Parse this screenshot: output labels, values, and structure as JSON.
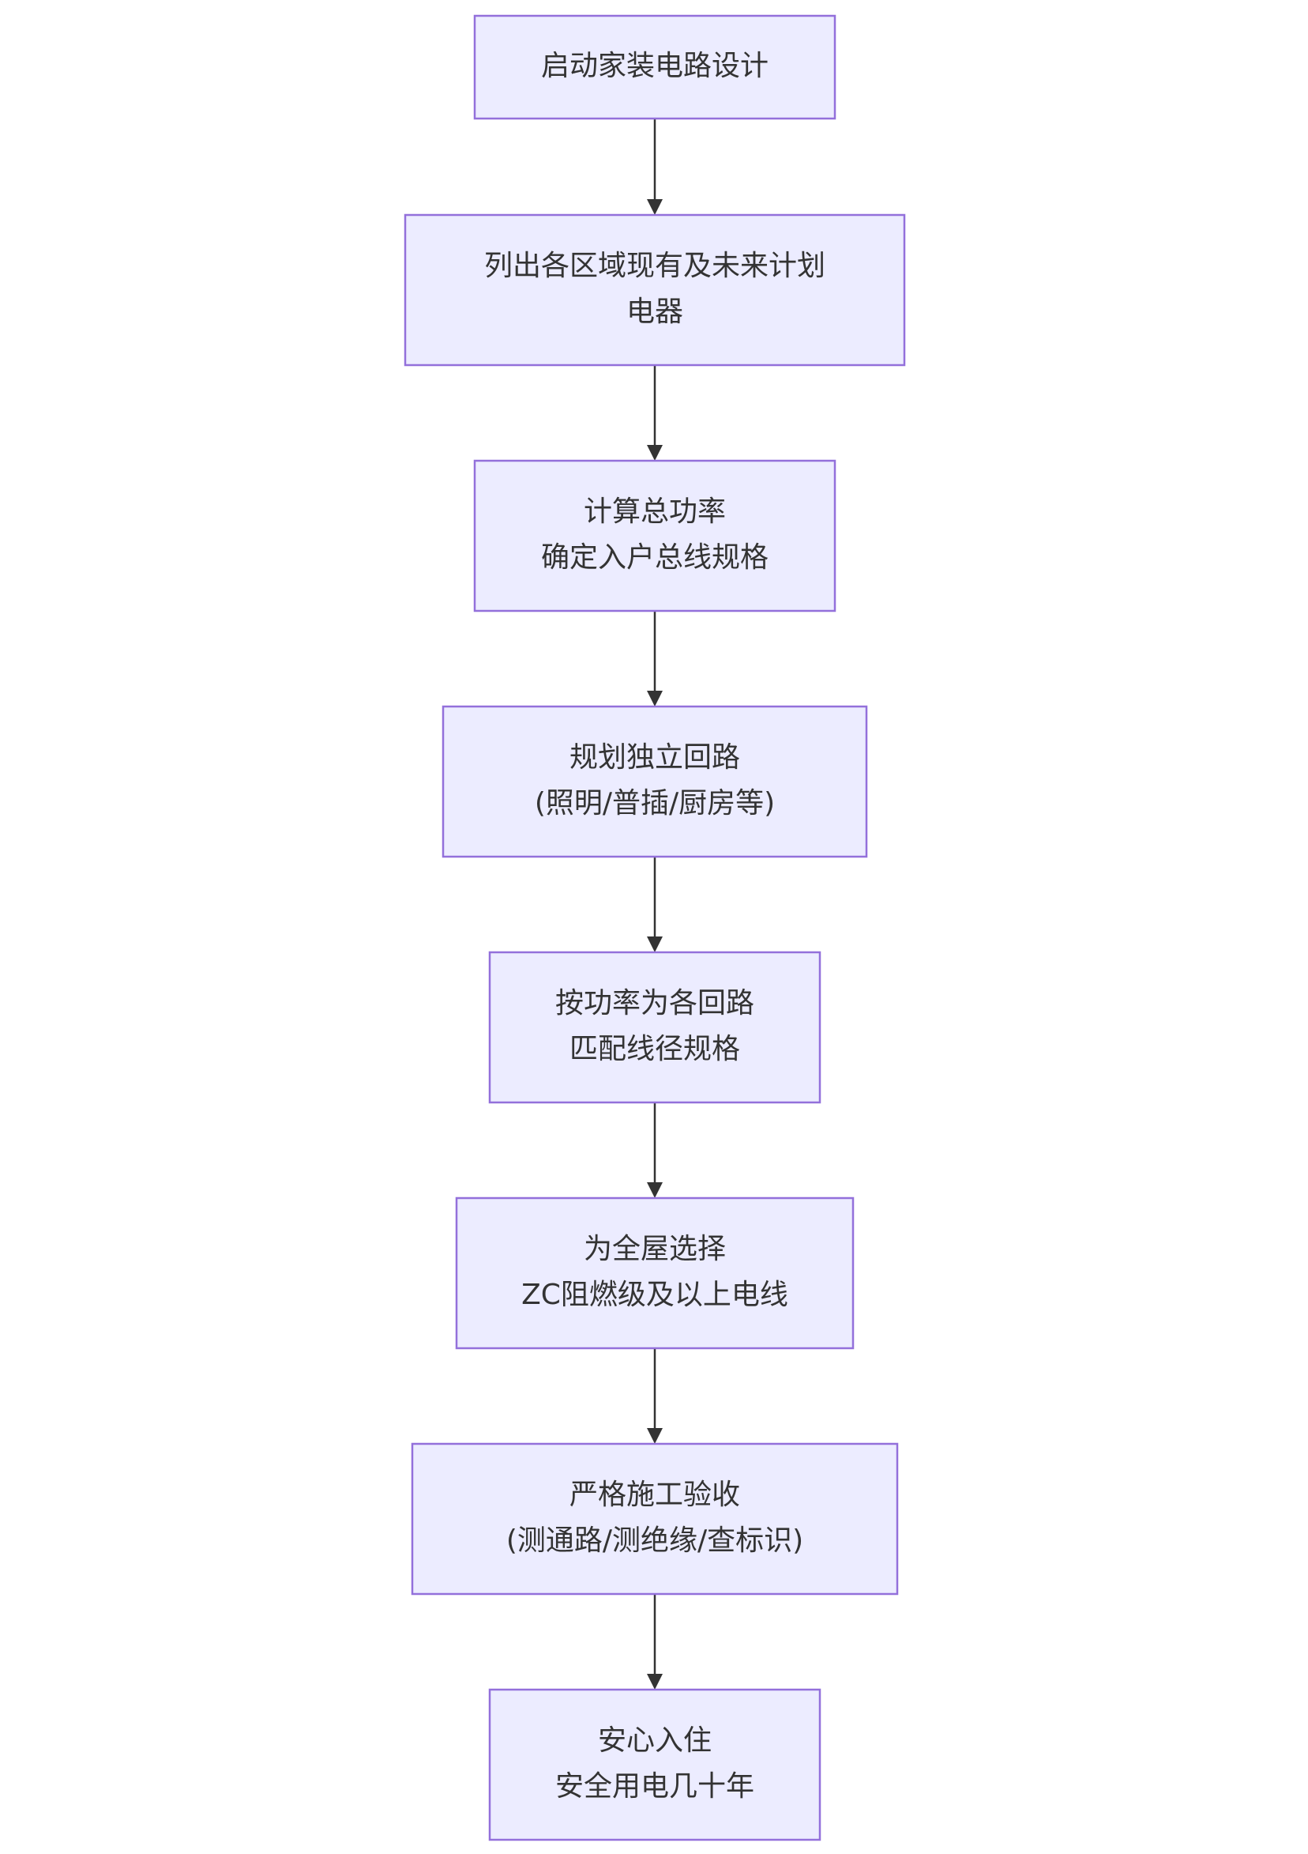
{
  "flowchart": {
    "direction": "top-down",
    "colors": {
      "node_fill": "#ececff",
      "node_stroke": "#9370db",
      "edge": "#333333",
      "text": "#333333"
    },
    "nodes": [
      {
        "id": "start",
        "lines": [
          "启动家装电路设计"
        ]
      },
      {
        "id": "list-appliances",
        "lines": [
          "列出各区域现有及未来计划",
          "电器"
        ]
      },
      {
        "id": "total-power",
        "lines": [
          "计算总功率",
          "确定入户总线规格"
        ]
      },
      {
        "id": "circuits",
        "lines": [
          "规划独立回路",
          "(照明/普插/厨房等)"
        ]
      },
      {
        "id": "wire-gauge",
        "lines": [
          "按功率为各回路",
          "匹配线径规格"
        ]
      },
      {
        "id": "fire-rating",
        "lines": [
          "为全屋选择",
          "ZC阻燃级及以上电线"
        ]
      },
      {
        "id": "acceptance",
        "lines": [
          "严格施工验收",
          "(测通路/测绝缘/查标识)"
        ]
      },
      {
        "id": "move-in",
        "lines": [
          "安心入住",
          "安全用电几十年"
        ]
      }
    ],
    "edges": [
      {
        "from": "start",
        "to": "list-appliances"
      },
      {
        "from": "list-appliances",
        "to": "total-power"
      },
      {
        "from": "total-power",
        "to": "circuits"
      },
      {
        "from": "circuits",
        "to": "wire-gauge"
      },
      {
        "from": "wire-gauge",
        "to": "fire-rating"
      },
      {
        "from": "fire-rating",
        "to": "acceptance"
      },
      {
        "from": "acceptance",
        "to": "move-in"
      }
    ]
  }
}
